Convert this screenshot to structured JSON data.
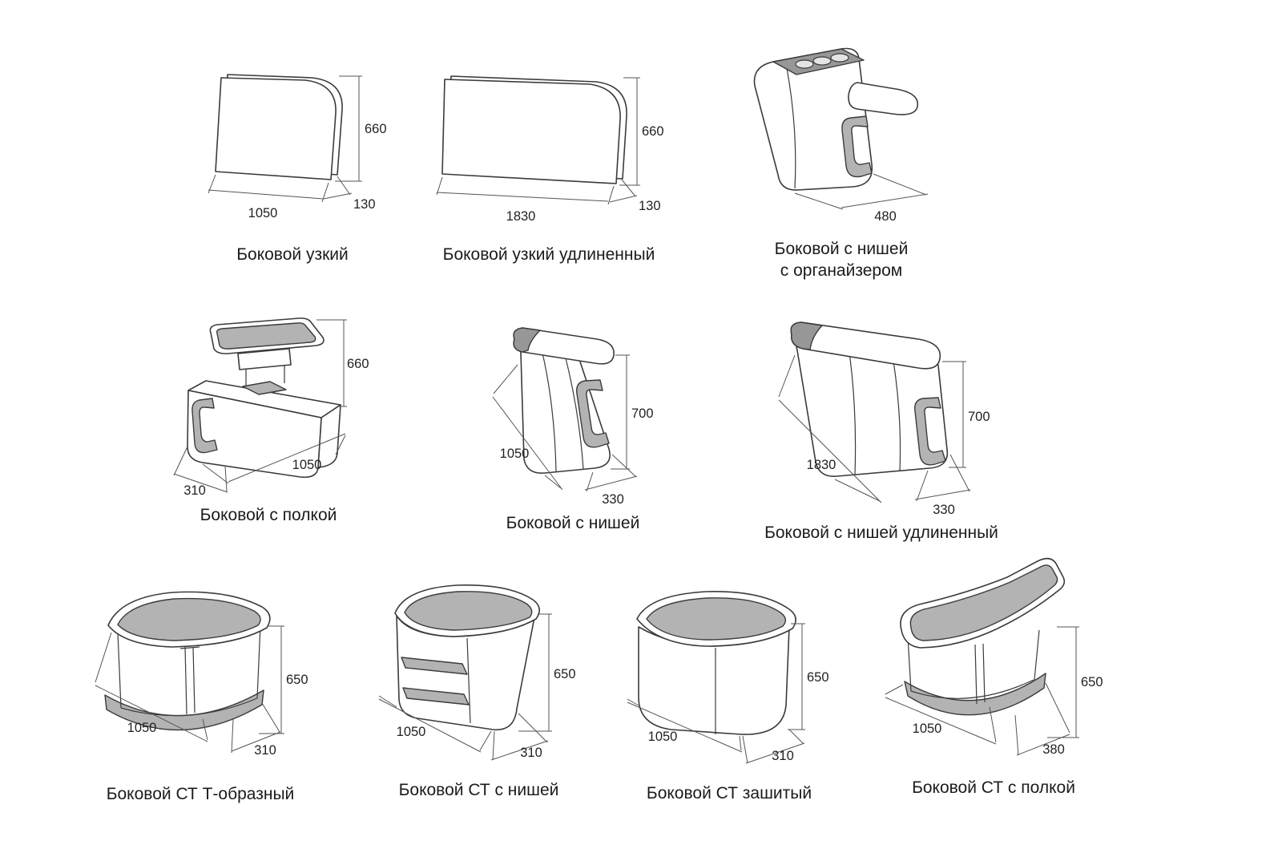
{
  "page": {
    "background": "#ffffff"
  },
  "colors": {
    "line": "#3b3b3b",
    "dim_line": "#555555",
    "fill_white": "#ffffff",
    "fill_gray": "#b3b3b3",
    "fill_dark_gray": "#979797",
    "text": "#1b1b1b"
  },
  "figures": [
    {
      "id": "bokovoy-uzkiy",
      "caption": "Боковой узкий",
      "dims": {
        "height": "660",
        "width": "1050",
        "depth": "130"
      }
    },
    {
      "id": "bokovoy-uzkiy-udlinennyy",
      "caption": "Боковой узкий удлиненный",
      "dims": {
        "height": "660",
        "width": "1830",
        "depth": "130"
      }
    },
    {
      "id": "bokovoy-s-nishey-s-organayzerom",
      "caption": "Боковой с нишей",
      "caption2": "с органайзером",
      "dims": {
        "depth": "480"
      }
    },
    {
      "id": "bokovoy-s-polkoy",
      "caption": "Боковой с полкой",
      "dims": {
        "height": "660",
        "width": "1050",
        "depth": "310"
      }
    },
    {
      "id": "bokovoy-s-nishey",
      "caption": "Боковой с нишей",
      "dims": {
        "width": "1050",
        "height": "700",
        "depth": "330"
      }
    },
    {
      "id": "bokovoy-s-nishey-udlinennyy",
      "caption": "Боковой с нишей удлиненный",
      "dims": {
        "width": "1830",
        "height": "700",
        "depth": "330"
      }
    },
    {
      "id": "bokovoy-st-t-obraznyy",
      "caption": "Боковой СТ Т-образный",
      "dims": {
        "height": "650",
        "width": "1050",
        "depth": "310"
      }
    },
    {
      "id": "bokovoy-st-s-nishey",
      "caption": "Боковой СТ с нишей",
      "dims": {
        "height": "650",
        "width": "1050",
        "depth": "310"
      }
    },
    {
      "id": "bokovoy-st-zashityy",
      "caption": "Боковой СТ зашитый",
      "dims": {
        "height": "650",
        "width": "1050",
        "depth": "310"
      }
    },
    {
      "id": "bokovoy-st-s-polkoy",
      "caption": "Боковой СТ с полкой",
      "dims": {
        "height": "650",
        "width": "1050",
        "depth": "380"
      }
    }
  ]
}
